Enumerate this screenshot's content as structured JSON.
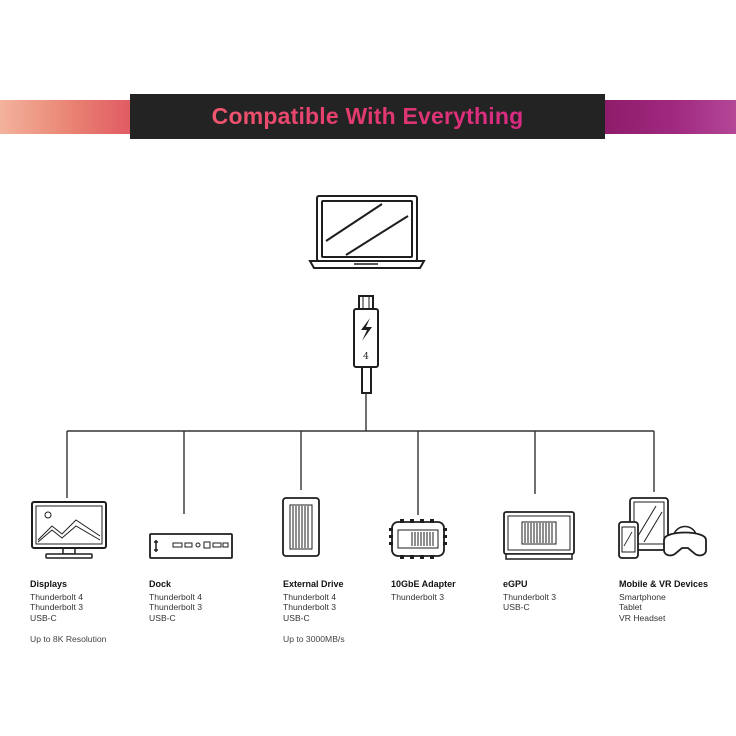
{
  "banner": {
    "title": "Compatible With Everything",
    "color_left": "#e98272",
    "color_right": "#a02a80",
    "color_title": "#e2396e"
  },
  "cable": {
    "connector_label": "4",
    "icon": "thunderbolt-bolt-icon"
  },
  "devices": [
    {
      "icon": "monitor-icon",
      "title": "Displays",
      "lines": [
        "Thunderbolt 4",
        "Thunderbolt 3",
        "USB-C"
      ],
      "note": "Up to 8K Resolution"
    },
    {
      "icon": "dock-icon",
      "title": "Dock",
      "lines": [
        "Thunderbolt 4",
        "Thunderbolt 3",
        "USB-C"
      ],
      "note": ""
    },
    {
      "icon": "external-drive-icon",
      "title": "External Drive",
      "lines": [
        "Thunderbolt 4",
        "Thunderbolt 3",
        "USB-C"
      ],
      "note": "Up to 3000MB/s"
    },
    {
      "icon": "network-adapter-icon",
      "title": "10GbE Adapter",
      "lines": [
        "Thunderbolt 3"
      ],
      "note": ""
    },
    {
      "icon": "egpu-icon",
      "title": "eGPU",
      "lines": [
        "Thunderbolt 3",
        "USB-C"
      ],
      "note": ""
    },
    {
      "icon": "mobile-vr-icon",
      "title": "Mobile & VR Devices",
      "lines": [
        "Smartphone",
        "Tablet",
        "VR Headset"
      ],
      "note": ""
    }
  ]
}
